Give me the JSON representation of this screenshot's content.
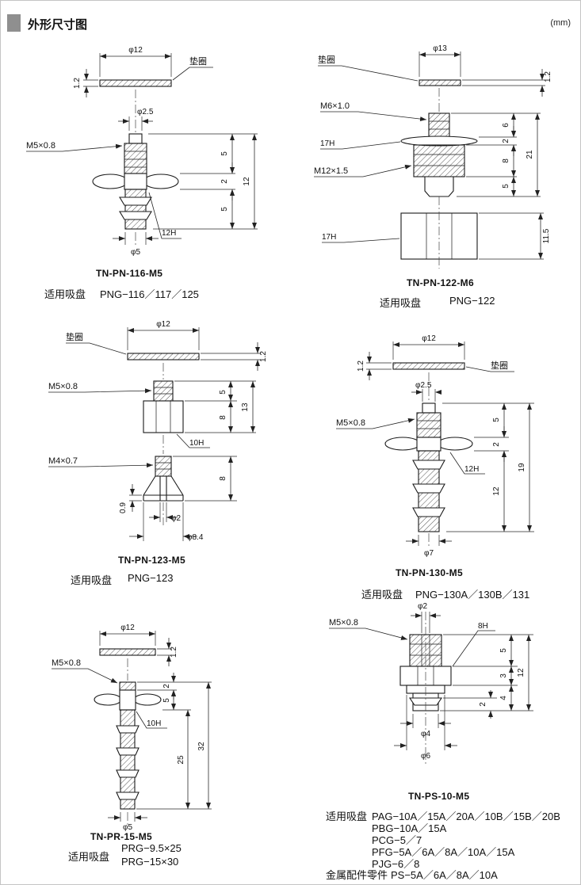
{
  "page": {
    "title": "外形尺寸图",
    "unit": "(mm)"
  },
  "captions": {
    "fit_label": "适用吸盘",
    "metal_label": "金属配件零件"
  },
  "d1": {
    "model": "TN-PN-116-M5",
    "pads": "PNG−116／117／125",
    "washer": "垫圈",
    "dia_washer": "φ12",
    "washer_t": "1.2",
    "dia_top": "φ2.5",
    "thread": "M5×0.8",
    "dim_a": "5",
    "dim_b": "2",
    "dim_c": "5",
    "dim_total": "12",
    "hex": "12H",
    "dia_bottom": "φ5"
  },
  "d2": {
    "model": "TN-PN-122-M6",
    "pads": "PNG−122",
    "washer": "垫圈",
    "dia_washer": "φ13",
    "washer_t": "1.2",
    "thread_top": "M6×1.0",
    "hex_top": "17H",
    "thread_mid": "M12×1.5",
    "dim_a": "6",
    "dim_b": "2",
    "dim_c": "8",
    "dim_d": "5",
    "dim_total": "21",
    "hex_bottom": "17H",
    "dim_hex": "11.5"
  },
  "d3": {
    "model": "TN-PN-123-M5",
    "pads": "PNG−123",
    "washer": "垫圈",
    "dia_washer": "φ12",
    "washer_t": "1.2",
    "thread_top": "M5×0.8",
    "dim_a": "5",
    "dim_b": "8",
    "dim_total": "13",
    "hex": "10H",
    "thread_bottom": "M4×0.7",
    "dim_c": "8",
    "dim_lip": "0.9",
    "dia_bore": "φ2",
    "dia_mouth": "φ8.4"
  },
  "d4": {
    "model": "TN-PN-130-M5",
    "pads": "PNG−130A／130B／131",
    "washer": "垫圈",
    "dia_washer": "φ12",
    "washer_t": "1.2",
    "dia_top": "φ2.5",
    "thread": "M5×0.8",
    "hex": "12H",
    "dim_a": "5",
    "dim_b": "2",
    "dim_c": "12",
    "dim_total": "19",
    "dia_bottom": "φ7"
  },
  "d5": {
    "model": "TN-PR-15-M5",
    "pads1": "PRG−9.5×25",
    "pads2": "PRG−15×30",
    "dia_washer": "φ12",
    "washer_t": "1.2",
    "thread": "M5×0.8",
    "dim_a": "2",
    "dim_b": "5",
    "hex": "10H",
    "dim_rod": "25",
    "dim_total": "32",
    "dia_bottom": "φ5"
  },
  "d6": {
    "model": "TN-PS-10-M5",
    "dia_top": "φ2",
    "thread": "M5×0.8",
    "hex": "8H",
    "dim_a": "5",
    "dim_b": "3",
    "dim_c": "4",
    "dim_d": "2",
    "dim_total": "12",
    "dia_shaft": "φ4",
    "dia_flange": "φ6",
    "pads": [
      "PAG−10A／15A／20A／10B／15B／20B",
      "PBG−10A／15A",
      "PCG−5／7",
      "PFG−5A／6A／8A／10A／15A",
      "PJG−6／8"
    ],
    "metal": "PS−5A／6A／8A／10A"
  }
}
